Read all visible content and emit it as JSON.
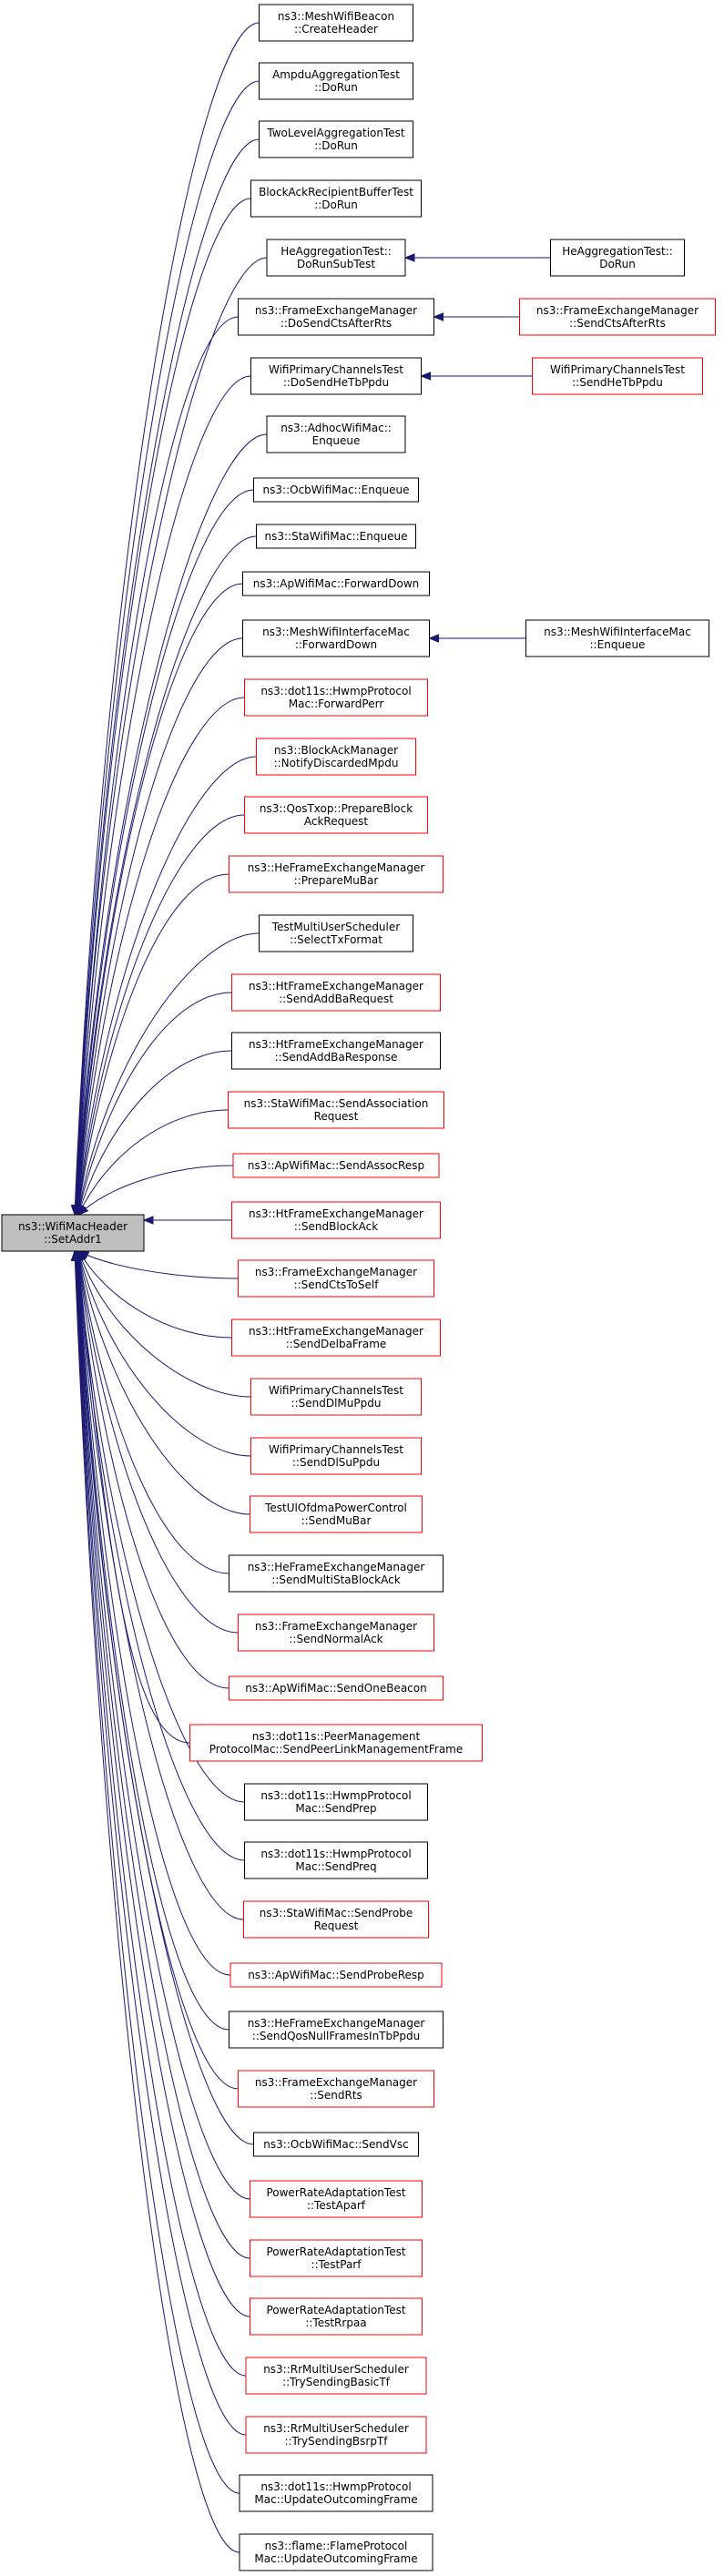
{
  "colors": {
    "edge": "#191970",
    "node_border_complete": "#000000",
    "node_border_incomplete": "#ff0000",
    "root_fill": "#bfbfbf"
  },
  "root": {
    "id": "root",
    "lines": [
      "ns3::WifiMacHeader",
      "::SetAddr1"
    ]
  },
  "callers": [
    {
      "id": "c0",
      "lines": [
        "ns3::MeshWifiBeacon",
        "::CreateHeader"
      ],
      "style": "black"
    },
    {
      "id": "c1",
      "lines": [
        "AmpduAggregationTest",
        "::DoRun"
      ],
      "style": "black"
    },
    {
      "id": "c2",
      "lines": [
        "TwoLevelAggregationTest",
        "::DoRun"
      ],
      "style": "black"
    },
    {
      "id": "c3",
      "lines": [
        "BlockAckRecipientBufferTest",
        "::DoRun"
      ],
      "style": "black"
    },
    {
      "id": "c4",
      "lines": [
        "HeAggregationTest::",
        "DoRunSubTest"
      ],
      "style": "black"
    },
    {
      "id": "c5",
      "lines": [
        "ns3::FrameExchangeManager",
        "::DoSendCtsAfterRts"
      ],
      "style": "black"
    },
    {
      "id": "c6",
      "lines": [
        "WifiPrimaryChannelsTest",
        "::DoSendHeTbPpdu"
      ],
      "style": "black"
    },
    {
      "id": "c7",
      "lines": [
        "ns3::AdhocWifiMac::",
        "Enqueue"
      ],
      "style": "black"
    },
    {
      "id": "c8",
      "lines": [
        "ns3::OcbWifiMac::Enqueue"
      ],
      "style": "black"
    },
    {
      "id": "c9",
      "lines": [
        "ns3::StaWifiMac::Enqueue"
      ],
      "style": "black"
    },
    {
      "id": "c10",
      "lines": [
        "ns3::ApWifiMac::ForwardDown"
      ],
      "style": "black"
    },
    {
      "id": "c11",
      "lines": [
        "ns3::MeshWifiInterfaceMac",
        "::ForwardDown"
      ],
      "style": "black"
    },
    {
      "id": "c12",
      "lines": [
        "ns3::dot11s::HwmpProtocol",
        "Mac::ForwardPerr"
      ],
      "style": "red"
    },
    {
      "id": "c13",
      "lines": [
        "ns3::BlockAckManager",
        "::NotifyDiscardedMpdu"
      ],
      "style": "red"
    },
    {
      "id": "c14",
      "lines": [
        "ns3::QosTxop::PrepareBlock",
        "AckRequest"
      ],
      "style": "red"
    },
    {
      "id": "c15",
      "lines": [
        "ns3::HeFrameExchangeManager",
        "::PrepareMuBar"
      ],
      "style": "red"
    },
    {
      "id": "c16",
      "lines": [
        "TestMultiUserScheduler",
        "::SelectTxFormat"
      ],
      "style": "black"
    },
    {
      "id": "c17",
      "lines": [
        "ns3::HtFrameExchangeManager",
        "::SendAddBaRequest"
      ],
      "style": "red"
    },
    {
      "id": "c18",
      "lines": [
        "ns3::HtFrameExchangeManager",
        "::SendAddBaResponse"
      ],
      "style": "black"
    },
    {
      "id": "c19",
      "lines": [
        "ns3::StaWifiMac::SendAssociation",
        "Request"
      ],
      "style": "red"
    },
    {
      "id": "c20",
      "lines": [
        "ns3::ApWifiMac::SendAssocResp"
      ],
      "style": "red"
    },
    {
      "id": "c21",
      "lines": [
        "ns3::HtFrameExchangeManager",
        "::SendBlockAck"
      ],
      "style": "red"
    },
    {
      "id": "c22",
      "lines": [
        "ns3::FrameExchangeManager",
        "::SendCtsToSelf"
      ],
      "style": "red"
    },
    {
      "id": "c23",
      "lines": [
        "ns3::HtFrameExchangeManager",
        "::SendDelbaFrame"
      ],
      "style": "red"
    },
    {
      "id": "c24",
      "lines": [
        "WifiPrimaryChannelsTest",
        "::SendDlMuPpdu"
      ],
      "style": "red"
    },
    {
      "id": "c25",
      "lines": [
        "WifiPrimaryChannelsTest",
        "::SendDlSuPpdu"
      ],
      "style": "red"
    },
    {
      "id": "c26",
      "lines": [
        "TestUlOfdmaPowerControl",
        "::SendMuBar"
      ],
      "style": "red"
    },
    {
      "id": "c27",
      "lines": [
        "ns3::HeFrameExchangeManager",
        "::SendMultiStaBlockAck"
      ],
      "style": "black"
    },
    {
      "id": "c28",
      "lines": [
        "ns3::FrameExchangeManager",
        "::SendNormalAck"
      ],
      "style": "red"
    },
    {
      "id": "c29",
      "lines": [
        "ns3::ApWifiMac::SendOneBeacon"
      ],
      "style": "red"
    },
    {
      "id": "c30",
      "lines": [
        "ns3::dot11s::PeerManagement",
        "ProtocolMac::SendPeerLinkManagementFrame"
      ],
      "style": "red"
    },
    {
      "id": "c31",
      "lines": [
        "ns3::dot11s::HwmpProtocol",
        "Mac::SendPrep"
      ],
      "style": "black"
    },
    {
      "id": "c32",
      "lines": [
        "ns3::dot11s::HwmpProtocol",
        "Mac::SendPreq"
      ],
      "style": "black"
    },
    {
      "id": "c33",
      "lines": [
        "ns3::StaWifiMac::SendProbe",
        "Request"
      ],
      "style": "red"
    },
    {
      "id": "c34",
      "lines": [
        "ns3::ApWifiMac::SendProbeResp"
      ],
      "style": "red"
    },
    {
      "id": "c35",
      "lines": [
        "ns3::HeFrameExchangeManager",
        "::SendQosNullFramesInTbPpdu"
      ],
      "style": "black"
    },
    {
      "id": "c36",
      "lines": [
        "ns3::FrameExchangeManager",
        "::SendRts"
      ],
      "style": "red"
    },
    {
      "id": "c37",
      "lines": [
        "ns3::OcbWifiMac::SendVsc"
      ],
      "style": "black"
    },
    {
      "id": "c38",
      "lines": [
        "PowerRateAdaptationTest",
        "::TestAparf"
      ],
      "style": "red"
    },
    {
      "id": "c39",
      "lines": [
        "PowerRateAdaptationTest",
        "::TestParf"
      ],
      "style": "red"
    },
    {
      "id": "c40",
      "lines": [
        "PowerRateAdaptationTest",
        "::TestRrpaa"
      ],
      "style": "red"
    },
    {
      "id": "c41",
      "lines": [
        "ns3::RrMultiUserScheduler",
        "::TrySendingBasicTf"
      ],
      "style": "red"
    },
    {
      "id": "c42",
      "lines": [
        "ns3::RrMultiUserScheduler",
        "::TrySendingBsrpTf"
      ],
      "style": "red"
    },
    {
      "id": "c43",
      "lines": [
        "ns3::dot11s::HwmpProtocol",
        "Mac::UpdateOutcomingFrame"
      ],
      "style": "black"
    },
    {
      "id": "c44",
      "lines": [
        "ns3::flame::FlameProtocol",
        "Mac::UpdateOutcomingFrame"
      ],
      "style": "black"
    }
  ],
  "second_level": [
    {
      "id": "s0",
      "lines": [
        "HeAggregationTest::",
        "DoRun"
      ],
      "style": "black",
      "calls": "c4"
    },
    {
      "id": "s1",
      "lines": [
        "ns3::FrameExchangeManager",
        "::SendCtsAfterRts"
      ],
      "style": "red",
      "calls": "c5"
    },
    {
      "id": "s2",
      "lines": [
        "WifiPrimaryChannelsTest",
        "::SendHeTbPpdu"
      ],
      "style": "red",
      "calls": "c6"
    },
    {
      "id": "s3",
      "lines": [
        "ns3::MeshWifiInterfaceMac",
        "::Enqueue"
      ],
      "style": "black",
      "calls": "c11"
    }
  ]
}
